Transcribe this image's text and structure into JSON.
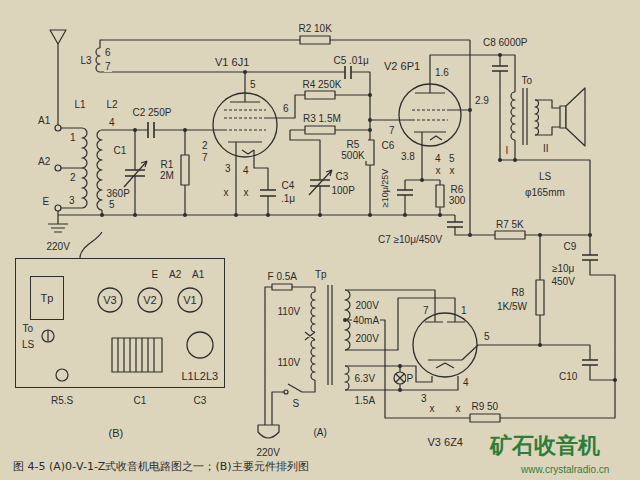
{
  "diagram": {
    "caption": "图 4-5 (A)0-V-1-Z式收音机电路图之一；(B)主要元件排列图",
    "nodes": [
      {
        "text": [
          "V1 6J1"
        ]
      },
      {
        "text": [
          "V2 6P1"
        ]
      },
      {
        "text": [
          "V3 6Z4"
        ]
      },
      {
        "text": [
          "(B)"
        ]
      },
      {
        "text": [
          "Tp"
        ],
        "in": 3
      },
      {
        "text": [
          "V3"
        ],
        "in": 3
      },
      {
        "text": [
          "V2"
        ],
        "in": 3
      },
      {
        "text": [
          "V1"
        ],
        "in": 3
      },
      {
        "text": [
          "L1L2L3"
        ],
        "in": 3
      }
    ],
    "labels": [
      "L3",
      "6",
      "7",
      "A1",
      "A2",
      "E",
      "1",
      "2",
      "3",
      "L1",
      "L2",
      "4",
      "5",
      "C2 250P",
      "C1",
      "360P",
      "R1 2M",
      "5",
      "6",
      "2",
      "7",
      "3",
      "4",
      "x",
      "x",
      "C4",
      ".1μ",
      "C3",
      "100P",
      "R2 10K",
      "C5 .01μ",
      "R4 250K",
      "R3 1.5M",
      "R5 500K",
      "7",
      "1.6",
      "2.9",
      "3.8",
      "4",
      "5",
      "x",
      "x",
      "C6",
      "≥10μ/25V",
      "R6 300",
      "C7 ≥10μ/450V",
      "C8 6000P",
      "To",
      "I",
      "II",
      "LS",
      "φ165mm",
      "R7 5K",
      "C9",
      "≥10μ",
      "450V",
      "R8",
      "1K/5W",
      "C10",
      "R9 50",
      "F 0.5A",
      "Tp",
      "110V",
      "110V",
      "S",
      "220V",
      "200V",
      "200V",
      "40mA",
      "6.3V",
      "1.5A",
      "P",
      "7",
      "1",
      "3",
      "4",
      "5",
      "x",
      "x",
      "(A)",
      "220V",
      "E",
      "A2",
      "A1",
      "To",
      "LS",
      "R5.S",
      "C1",
      "C3",
      "矿石收音机",
      "www.crystalradio.cn"
    ]
  }
}
